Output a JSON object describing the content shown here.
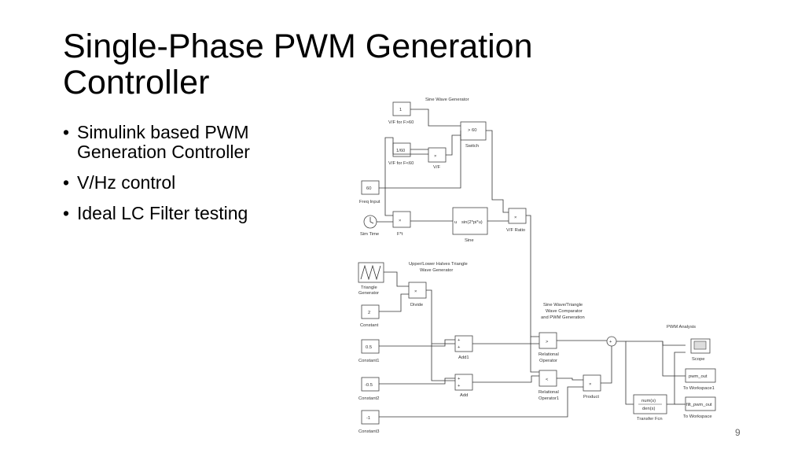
{
  "slide": {
    "title_line1": "Single-Phase PWM Generation",
    "title_line2": "Controller",
    "bullets": [
      "Simulink based PWM Generation Controller",
      "V/Hz control",
      "Ideal LC Filter testing"
    ],
    "page_number": "9"
  },
  "diagram": {
    "group_labels": {
      "sine_wave_generator": "Sine Wave Generator",
      "triangle_generator_line1": "Upper/Lower Halves Triangle",
      "triangle_generator_line2": "Wave Generator",
      "comparator_line1": "Sine Wave/Triangle",
      "comparator_line2": "Wave Comparator",
      "comparator_line3": "and PWM Generation",
      "pwm_analysis": "PWM Analysis"
    },
    "blocks": {
      "vf_high": {
        "value": "1",
        "label": "V/F for F>60"
      },
      "vf_low": {
        "value": "1/60",
        "label": "V/F for F<60"
      },
      "vf": {
        "symbol": "×",
        "label": "V/F"
      },
      "switch": {
        "symbol": "> 60",
        "label": "Switch"
      },
      "freq_input": {
        "value": "60",
        "label": "Freq Input"
      },
      "sim_time": {
        "label": "Sim Time"
      },
      "f_t": {
        "symbol": "×",
        "label": "F*t"
      },
      "sine": {
        "expr": "sin(2*pi*u)",
        "port": "u",
        "label": "Sine"
      },
      "vf_ratio": {
        "symbol": "×",
        "label": "V/F Ratio"
      },
      "triangle_gen": {
        "label_line1": "Triangle",
        "label_line2": "Generator"
      },
      "divide": {
        "symbol": "×",
        "label": "Divide"
      },
      "constant": {
        "value": "2",
        "label": "Constant"
      },
      "constant1": {
        "value": "0.5",
        "label": "Constant1"
      },
      "constant2": {
        "value": "-0.5",
        "label": "Constant2"
      },
      "constant3": {
        "value": "-1",
        "label": "Constant3"
      },
      "add1": {
        "label": "Add1"
      },
      "add": {
        "label": "Add"
      },
      "relational_operator": {
        "symbol": ">",
        "label_line1": "Relational",
        "label_line2": "Operator"
      },
      "relational_operator1": {
        "symbol": "<",
        "label_line1": "Relational",
        "label_line2": "Operator1"
      },
      "product": {
        "symbol": "×",
        "label": "Product"
      },
      "sum": {
        "symbol": "+"
      },
      "scope": {
        "label": "Scope"
      },
      "to_workspace1": {
        "value": "pwm_out",
        "label": "To Workspace1"
      },
      "transfer_fcn": {
        "num": "num(s)",
        "den": "den(s)",
        "label": "Transfer Fcn"
      },
      "to_workspace": {
        "value": "filt_pwm_out",
        "label": "To Workspace"
      }
    }
  },
  "colors": {
    "text": "#000000",
    "block_stroke": "#444444",
    "background": "#ffffff"
  }
}
